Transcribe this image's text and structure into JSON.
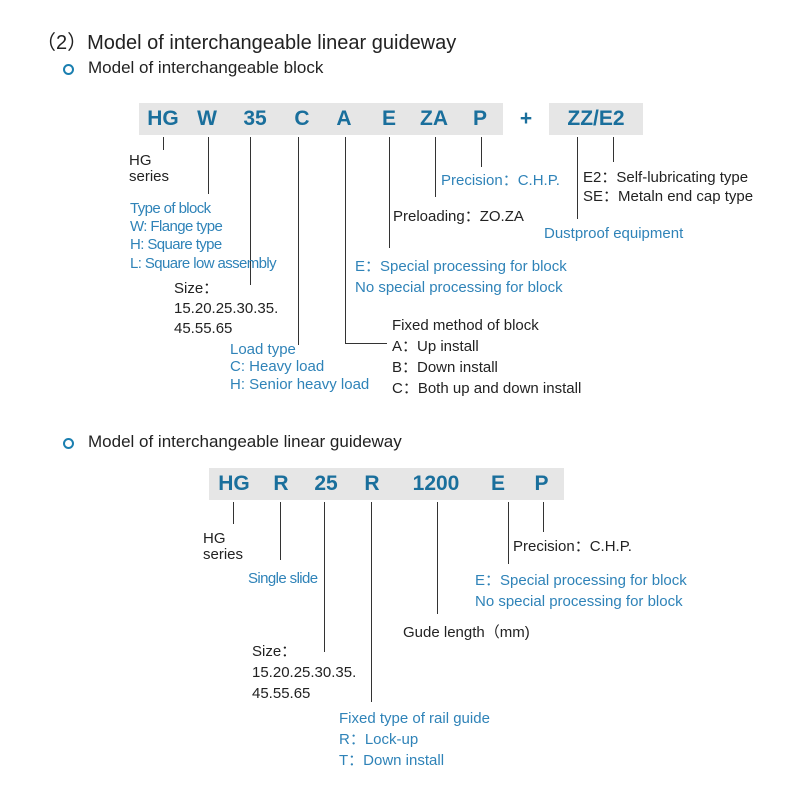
{
  "title": "（2）Model of interchangeable linear guideway",
  "block_section": {
    "heading": "Model of interchangeable block",
    "codes": [
      "HG",
      "W",
      "35",
      "C",
      "A",
      "E",
      "ZA",
      "P",
      "+",
      "ZZ/E2"
    ],
    "hg_series": [
      "HG",
      "series"
    ],
    "type_of_block": [
      "Type of block",
      "W:  Flange type",
      "H:  Square type",
      "L:  Square low assembly"
    ],
    "size": [
      "Size：",
      "15.20.25.30.35.",
      "45.55.65"
    ],
    "load_type": [
      "Load type",
      "C:  Heavy load",
      "H:  Senior heavy load"
    ],
    "fixed_method": [
      "Fixed method of block",
      "A：Up install",
      "B：Down install",
      "C：Both up and down install"
    ],
    "special_processing": [
      "E：Special processing for block",
      "No special processing for block"
    ],
    "preloading": "Preloading：ZO.ZA",
    "precision": "Precision：C.H.P.",
    "dustproof": "Dustproof equipment",
    "end_cap": [
      "E2：Self-lubricating type",
      "SE：Metaln end cap type"
    ]
  },
  "rail_section": {
    "heading": "Model of interchangeable linear guideway",
    "codes": [
      "HG",
      "R",
      "25",
      "R",
      "1200",
      "E",
      "P"
    ],
    "hg_series": [
      "HG",
      "series"
    ],
    "single_slide": "Single slide",
    "size": [
      "Size：",
      "15.20.25.30.35.",
      "45.55.65"
    ],
    "fixed_type": [
      "Fixed type of rail guide",
      "R：Lock-up",
      "T：Down install"
    ],
    "guide_length": "Gude length（mm)",
    "special_processing": [
      "E：Special processing for block",
      "No special processing for block"
    ],
    "precision": "Precision：C.H.P."
  },
  "colors": {
    "code_blue": "#1a6f9c",
    "label_blue": "#2f83b8",
    "band_gray": "#e6e6e6",
    "bullet_blue": "#1a7fb0"
  }
}
